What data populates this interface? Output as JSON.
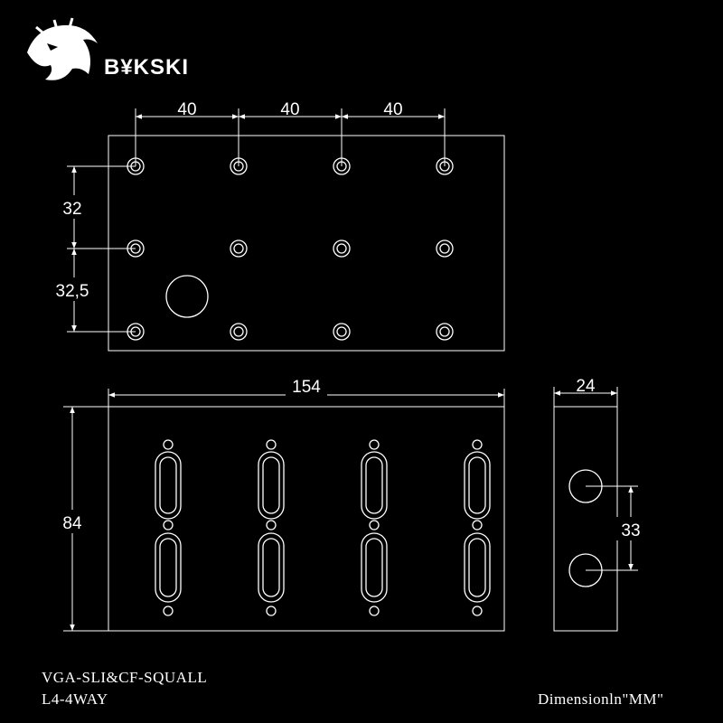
{
  "brand": {
    "name": "B¥KSKI",
    "logo_icon": "dragon-head-icon"
  },
  "colors": {
    "background": "#000000",
    "lines": "#ffffff"
  },
  "top_view": {
    "spacing_labels": [
      "40",
      "40",
      "40"
    ],
    "row1_label": "32",
    "row2_label": "32,5"
  },
  "front_view": {
    "width_label": "154",
    "height_label": "84"
  },
  "side_view": {
    "width_label": "24",
    "port_spacing_label": "33"
  },
  "captions": {
    "model": "VGA-SLI&CF-SQUALL",
    "variant": "L4-4WAY",
    "units": "Dimensionln\"MM\""
  }
}
